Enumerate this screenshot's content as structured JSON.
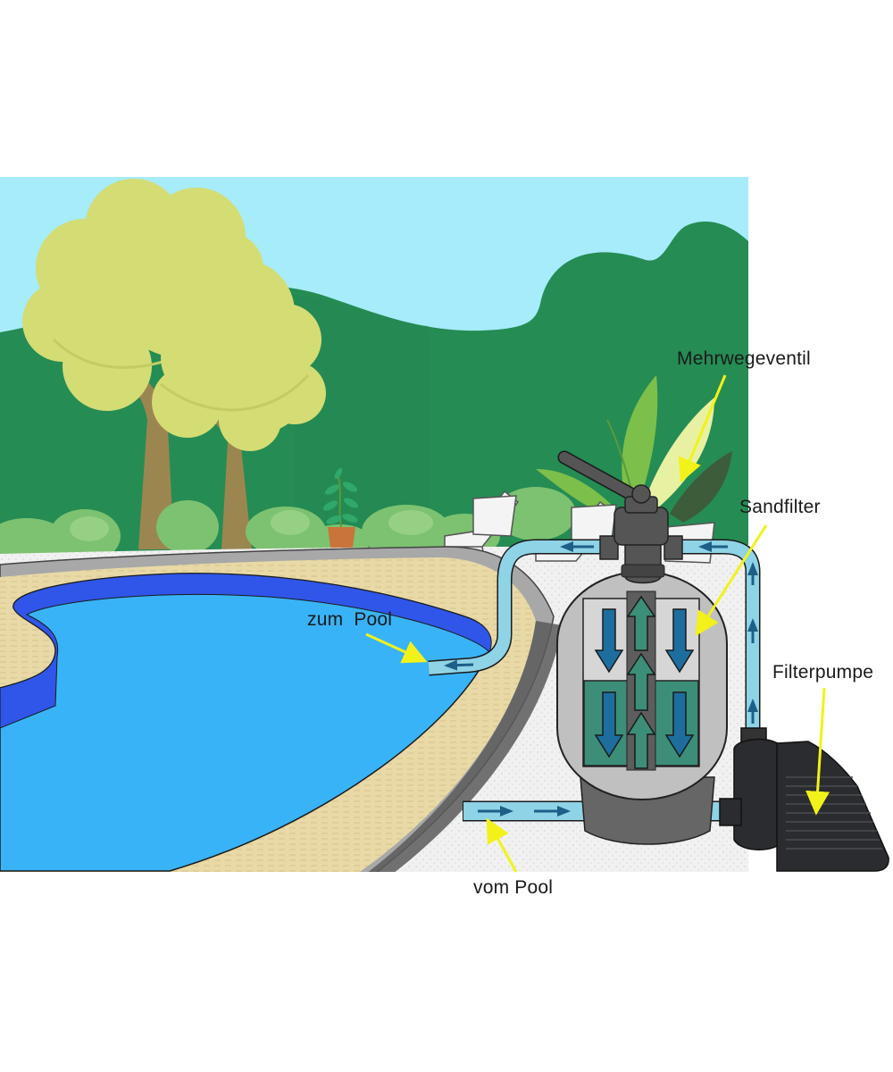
{
  "labels": {
    "mehrwegeventil": "Mehrwegeventil",
    "sandfilter": "Sandfilter",
    "filterpumpe": "Filterpumpe",
    "zum_pool": "zum  Pool",
    "vom_pool": "vom Pool"
  },
  "colors": {
    "sky": "#a6ecfb",
    "hills": "#258c54",
    "tree_canopy": "#d4dc74",
    "trunk": "#9c8650",
    "pool_water": "#39b3f7",
    "pool_wall": "#2f56e8",
    "sand": "#e8d9a6",
    "pipe": "#8ed3e6",
    "filter_tank": "#c0c0c0",
    "filter_media": "#3c8e78",
    "flow_arrow": "#1d6e9e",
    "pump": "#2a2c2f",
    "callout": "#f2f21a"
  },
  "icons": [
    "tree-icon",
    "plant-pot-icon",
    "lounge-chair-icon",
    "multiport-valve-icon",
    "sand-filter-icon",
    "filter-pump-icon",
    "flow-arrow-icon"
  ]
}
